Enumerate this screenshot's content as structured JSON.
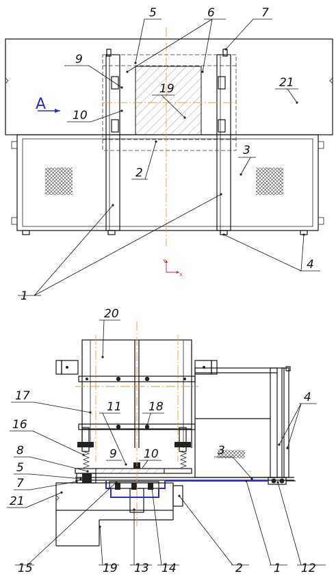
{
  "view_marker": {
    "text": "A"
  },
  "axis_labels": {
    "y": "Y",
    "x": "X"
  },
  "top_view": {
    "callouts": [
      "5",
      "6",
      "7",
      "9",
      "10",
      "19",
      "21",
      "2",
      "3",
      "1",
      "4"
    ]
  },
  "side_view": {
    "callouts": [
      "20",
      "17",
      "11",
      "18",
      "16",
      "9",
      "10",
      "3",
      "4",
      "8",
      "5",
      "7",
      "21",
      "15",
      "19",
      "13",
      "14",
      "2",
      "1",
      "12"
    ]
  }
}
